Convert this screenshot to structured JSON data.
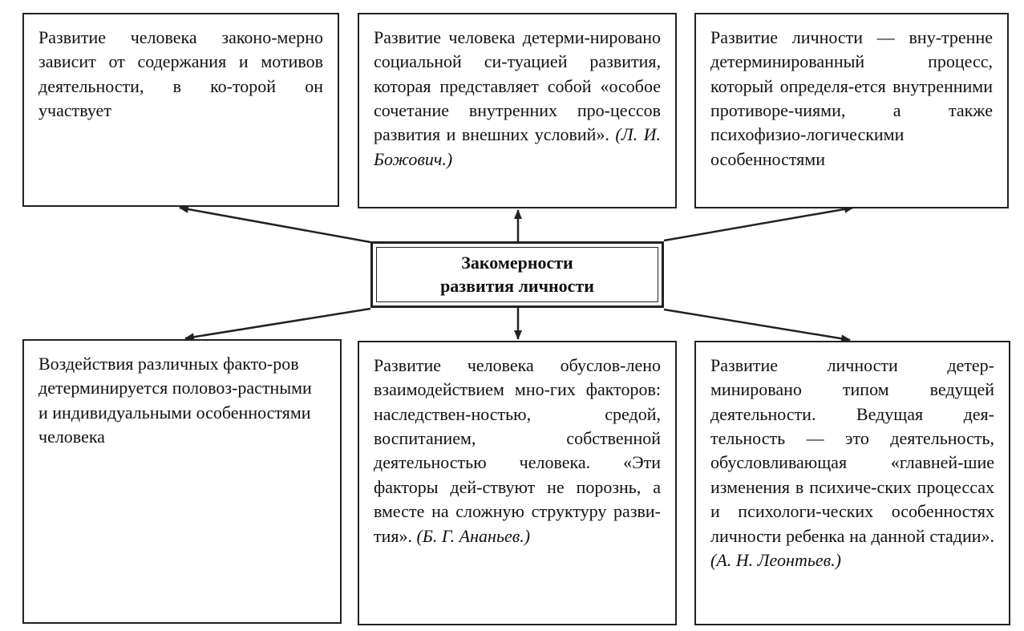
{
  "center": {
    "line1": "Закомерности",
    "line2": "развития личности"
  },
  "boxes": {
    "top_left": "Развитие человека законо-мерно зависит от содержания и мотивов деятельности, в ко-торой он участвует",
    "top_middle": {
      "text": "Развитие человека детерми-нировано социальной си-туацией развития, которая представляет собой «особое сочетание внутренних про-цессов развития и внешних условий».",
      "source": "(Л. И. Божович.)"
    },
    "top_right": "Развитие личности — вну-тренне детерминированный процесс, который определя-ется внутренними противоре-чиями, а также психофизио-логическими особенностями",
    "bottom_left": "Воздействия различных факто-ров детерминируется половоз-растными и индивидуальными особенностями человека",
    "bottom_middle": {
      "text": "Развитие человека обуслов-лено взаимодействием мно-гих факторов: наследствен-ностью, средой, воспитанием, собственной деятельностью человека. «Эти факторы дей-ствуют не порознь, а вместе на сложную структуру разви-тия».",
      "source": "(Б. Г. Ананьев.)"
    },
    "bottom_right": {
      "text": "Развитие личности детер-минировано типом ведущей деятельности. Ведущая дея-тельность — это деятельность, обусловливающая «главней-шие изменения в психиче-ских процессах и психологи-ческих особенностях личности ребенка на данной стадии».",
      "source": "(А. Н. Леонтьев.)"
    }
  }
}
